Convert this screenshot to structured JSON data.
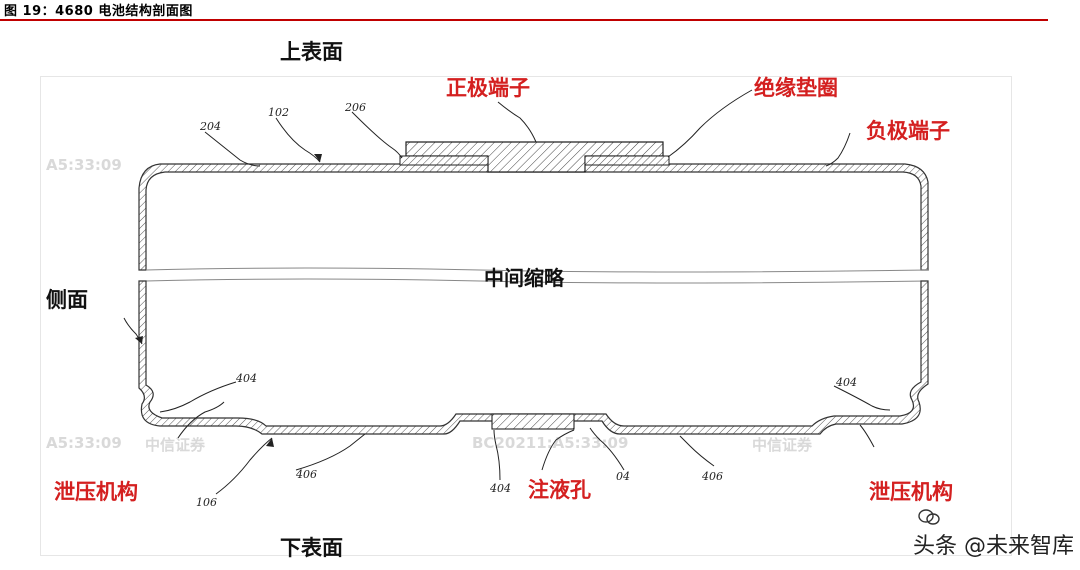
{
  "header": {
    "title": "图 19：4680 电池结构剖面图"
  },
  "labels": {
    "top_surface": "上表面",
    "bottom_surface": "下表面",
    "side": "侧面",
    "positive_terminal": "正极端子",
    "insulation_gasket": "绝缘垫圈",
    "negative_terminal": "负极端子",
    "middle_omitted": "中间缩略",
    "vent_left": "泄压机构",
    "vent_right": "泄压机构",
    "fill_hole": "注液孔"
  },
  "ref_numbers": {
    "n204": "204",
    "n102": "102",
    "n206": "206",
    "n404_left": "404",
    "n404_right": "404",
    "n404_bottom": "404",
    "n406_left": "406",
    "n406_right": "406",
    "n106": "106",
    "n04": "04"
  },
  "watermark": {
    "stamp": "A5:33:09",
    "brand": "中信证券",
    "id_text": "BC20211:A5:33:09",
    "footer": "头条 @未来智库"
  },
  "colors": {
    "label_red": "#d42020",
    "rule_red": "#c00000"
  }
}
